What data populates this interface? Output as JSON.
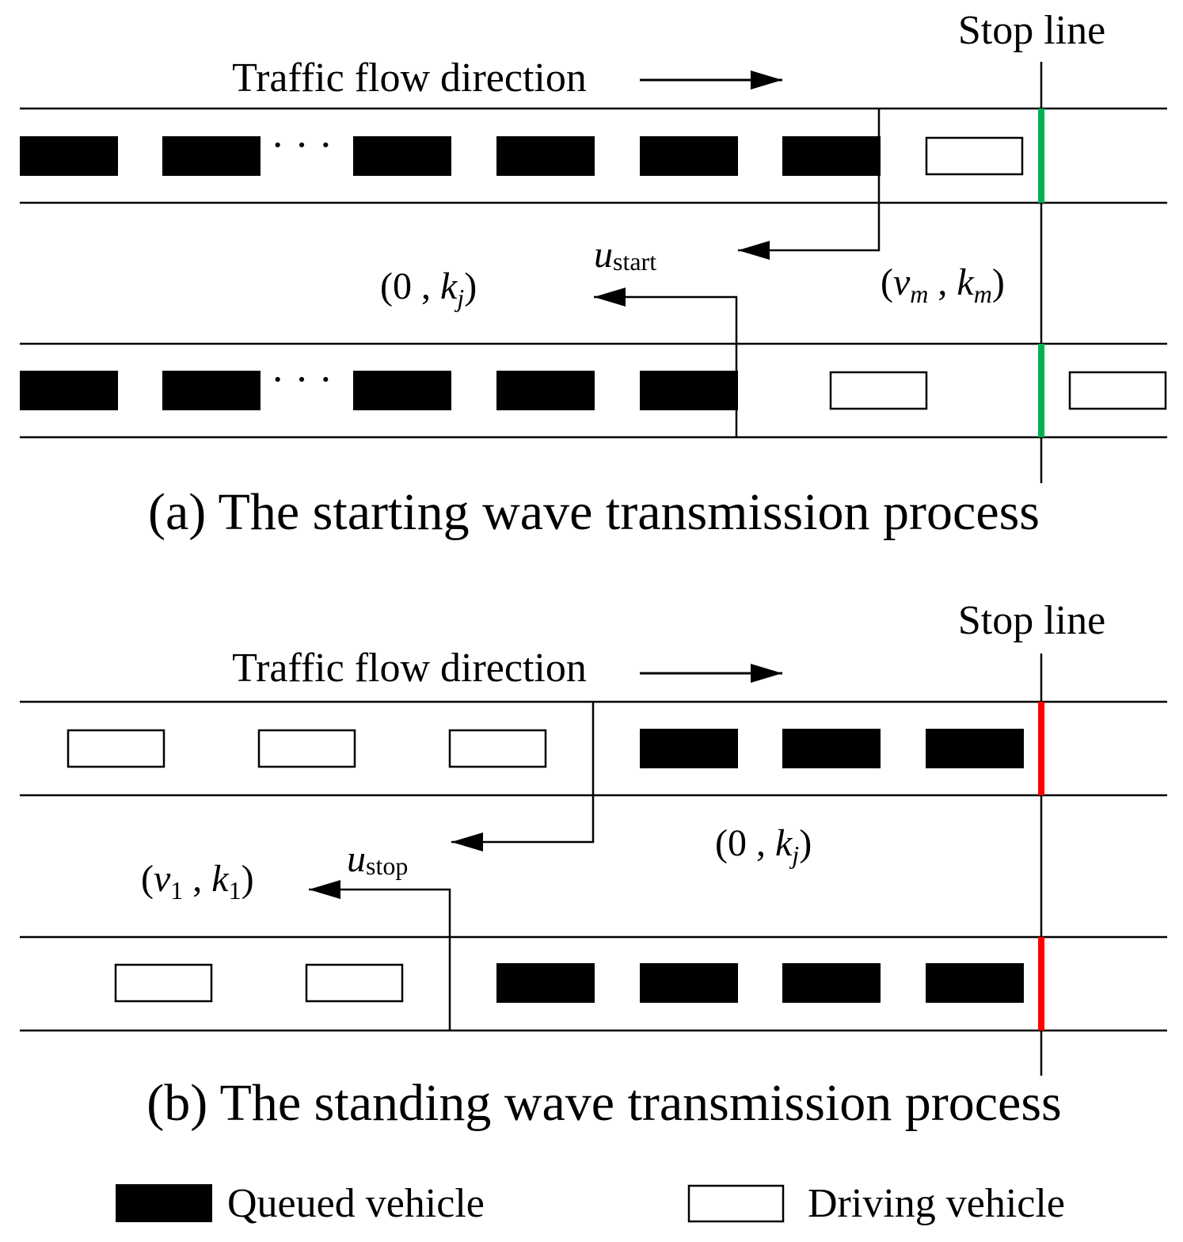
{
  "colors": {
    "queued": "#000000",
    "driving_fill": "#ffffff",
    "green_signal": "#00b050",
    "red_signal": "#ff0000",
    "line": "#000000"
  },
  "panel_a": {
    "stop_line": "Stop line",
    "flow_direction": "Traffic flow direction",
    "ellipsis": "· · ·",
    "wave_label": {
      "symbol": "u",
      "subscript": "start"
    },
    "state_left": {
      "open": "(0 , ",
      "var": "k",
      "sub": "j",
      "close": ")"
    },
    "state_right": {
      "open": "(",
      "var1": "v",
      "sub1": "m",
      "comma": " , ",
      "var2": "k",
      "sub2": "m",
      "close": ")"
    },
    "caption": "(a) The starting wave transmission process",
    "signal": "green"
  },
  "panel_b": {
    "stop_line": "Stop line",
    "flow_direction": "Traffic flow direction",
    "wave_label": {
      "symbol": "u",
      "subscript": "stop"
    },
    "state_left": {
      "open": "(",
      "var1": "v",
      "sub1": "1",
      "comma": " , ",
      "var2": "k",
      "sub2": "1",
      "close": ")"
    },
    "state_right": {
      "open": "(0 , ",
      "var": "k",
      "sub": "j",
      "close": ")"
    },
    "caption": "(b) The standing wave transmission process",
    "signal": "red"
  },
  "legend": {
    "queued": "Queued vehicle",
    "driving": "Driving vehicle"
  }
}
